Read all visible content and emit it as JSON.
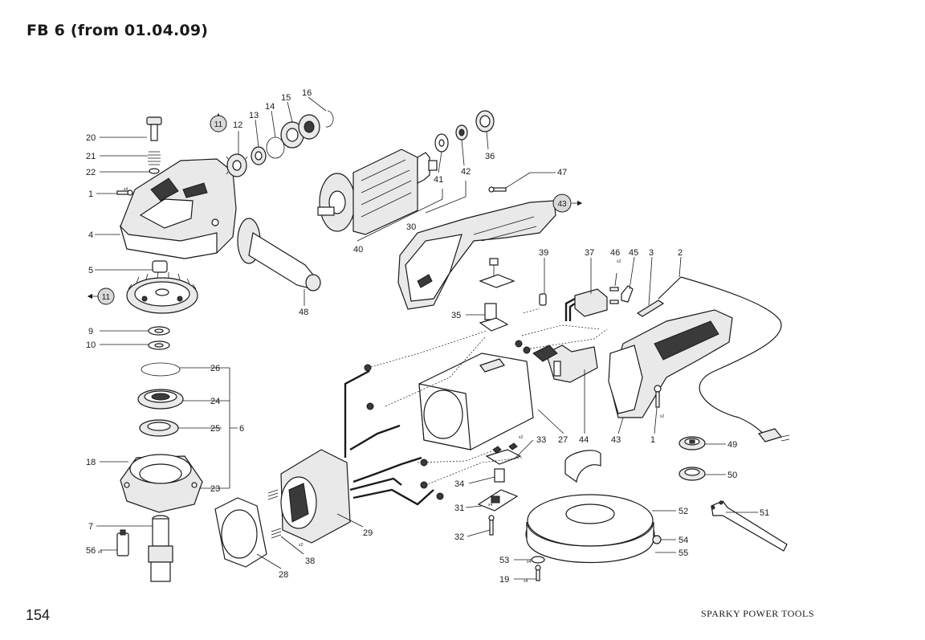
{
  "header": {
    "title": "FB 6 (from 01.04.09)"
  },
  "footer": {
    "page_number": "154",
    "brand": "SPARKY POWER TOOLS"
  },
  "diagram": {
    "callouts": [
      {
        "id": "20",
        "text": "20"
      },
      {
        "id": "21",
        "text": "21"
      },
      {
        "id": "22",
        "text": "22"
      },
      {
        "id": "1a",
        "text": "1"
      },
      {
        "id": "4",
        "text": "4"
      },
      {
        "id": "5",
        "text": "5"
      },
      {
        "id": "9",
        "text": "9"
      },
      {
        "id": "10",
        "text": "10"
      },
      {
        "id": "26",
        "text": "26"
      },
      {
        "id": "24",
        "text": "24"
      },
      {
        "id": "25",
        "text": "25"
      },
      {
        "id": "6",
        "text": "6"
      },
      {
        "id": "18",
        "text": "18"
      },
      {
        "id": "23",
        "text": "23"
      },
      {
        "id": "7",
        "text": "7"
      },
      {
        "id": "56",
        "text": "56"
      },
      {
        "id": "28",
        "text": "28"
      },
      {
        "id": "38",
        "text": "38"
      },
      {
        "id": "29",
        "text": "29"
      },
      {
        "id": "12",
        "text": "12"
      },
      {
        "id": "13",
        "text": "13"
      },
      {
        "id": "14",
        "text": "14"
      },
      {
        "id": "15",
        "text": "15"
      },
      {
        "id": "16",
        "text": "16"
      },
      {
        "id": "36",
        "text": "36"
      },
      {
        "id": "41",
        "text": "41"
      },
      {
        "id": "42",
        "text": "42"
      },
      {
        "id": "47",
        "text": "47"
      },
      {
        "id": "30",
        "text": "30"
      },
      {
        "id": "40",
        "text": "40"
      },
      {
        "id": "48",
        "text": "48"
      },
      {
        "id": "39",
        "text": "39"
      },
      {
        "id": "37",
        "text": "37"
      },
      {
        "id": "46",
        "text": "46"
      },
      {
        "id": "45",
        "text": "45"
      },
      {
        "id": "3",
        "text": "3"
      },
      {
        "id": "2",
        "text": "2"
      },
      {
        "id": "35",
        "text": "35"
      },
      {
        "id": "27",
        "text": "27"
      },
      {
        "id": "44",
        "text": "44"
      },
      {
        "id": "43",
        "text": "43"
      },
      {
        "id": "1b",
        "text": "1"
      },
      {
        "id": "33",
        "text": "33"
      },
      {
        "id": "34",
        "text": "34"
      },
      {
        "id": "31",
        "text": "31"
      },
      {
        "id": "32",
        "text": "32"
      },
      {
        "id": "49",
        "text": "49"
      },
      {
        "id": "50",
        "text": "50"
      },
      {
        "id": "51",
        "text": "51"
      },
      {
        "id": "52",
        "text": "52"
      },
      {
        "id": "54",
        "text": "54"
      },
      {
        "id": "55",
        "text": "55"
      },
      {
        "id": "53",
        "text": "53"
      },
      {
        "id": "19",
        "text": "19"
      }
    ],
    "ref_circles": [
      {
        "id": "r11a",
        "text": "11"
      },
      {
        "id": "r11b",
        "text": "11"
      },
      {
        "id": "r43",
        "text": "43"
      }
    ],
    "quantity_marks": [
      "x4",
      "x2",
      "x2",
      "x2",
      "x4",
      "x2",
      "x4",
      "x4",
      "x4"
    ]
  }
}
